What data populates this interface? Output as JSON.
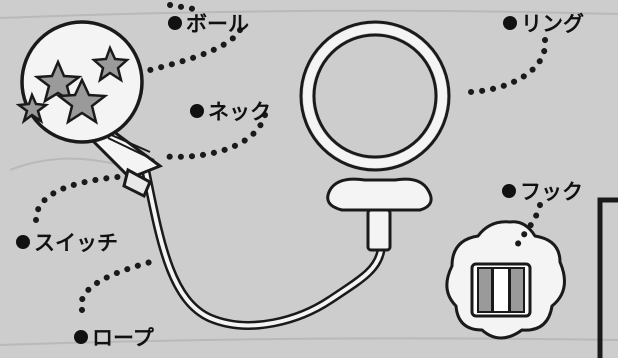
{
  "labels": {
    "ball": "ボール",
    "ring": "リング",
    "neck": "ネック",
    "switch": "スイッチ",
    "hook": "フック",
    "rope": "ロープ"
  },
  "colors": {
    "background": "#cdcdcd",
    "line": "#1a1a1a",
    "part_fill": "#f4f4f4",
    "star_fill": "#9a9a9a"
  }
}
